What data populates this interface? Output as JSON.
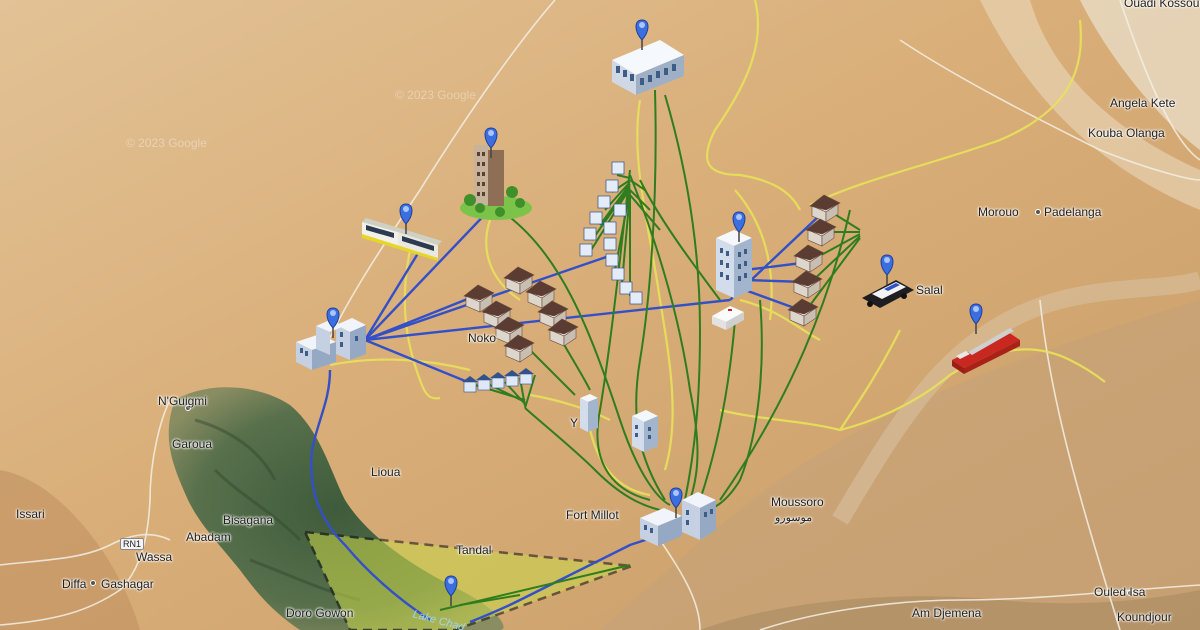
{
  "map": {
    "watermarks": [
      "© 2023 Google",
      "© 2023 Google"
    ],
    "places": {
      "ouadi_kossouri": "Ouadi Kossouri",
      "angela_kete": "Angela Kete",
      "kouba_olanga": "Kouba Olanga",
      "morouo": "Morouo",
      "padelanga": "Padelanga",
      "salal": "Salal",
      "nguigmi": "N'Guigmi",
      "garoua": "Garoua",
      "issari": "Issari",
      "lioua": "Lioua",
      "bisagana": "Bisagana",
      "abadam": "Abadam",
      "wassa": "Wassa",
      "diffa": "Diffa",
      "gashagar": "Gashagar",
      "doro_gowon": "Doro Gowon",
      "tandal": "Tandal",
      "fort_millot": "Fort Millot",
      "moussoro": "Moussoro",
      "moussoro_arabic": "موسورو",
      "ouled_isa": "Ouled Isa",
      "am_djemena": "Am Djemena",
      "koundjour": "Koundjour",
      "noko": "Noko",
      "y": "Y",
      "lake_chad": "Lake Chad"
    },
    "road_badge": "RN1",
    "colors": {
      "blue_link": "#3350c8",
      "green_link": "#2f7d1e",
      "yellow_road": "#e8e25a",
      "pin": "#3b6fe0",
      "zone_fill": "#c9d84a"
    }
  }
}
